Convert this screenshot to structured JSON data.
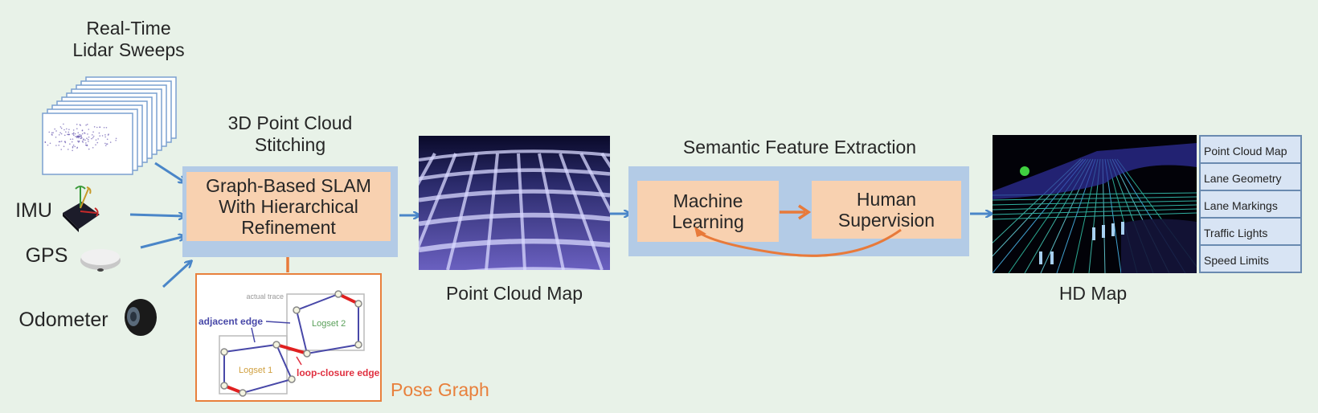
{
  "inputs": {
    "lidar_title_line1": "Real-Time",
    "lidar_title_line2": "Lidar Sweeps",
    "imu": "IMU",
    "gps": "GPS",
    "odometer": "Odometer"
  },
  "stitching": {
    "title_line1": "3D Point Cloud",
    "title_line2": "Stitching",
    "box_line1": "Graph-Based SLAM",
    "box_line2": "With Hierarchical",
    "box_line3": "Refinement"
  },
  "pose_graph": {
    "caption": "Pose Graph",
    "actual_trace": "actual trace",
    "adjacent_edge": "adjacent edge",
    "loop_closure_edge": "loop-closure edge",
    "logset1": "Logset 1",
    "logset2": "Logset 2"
  },
  "point_cloud_map": {
    "caption": "Point Cloud Map"
  },
  "semantic": {
    "title": "Semantic Feature Extraction",
    "ml_line1": "Machine",
    "ml_line2": "Learning",
    "hs_line1": "Human",
    "hs_line2": "Supervision"
  },
  "hd_map": {
    "caption": "HD Map",
    "layers": [
      "Point Cloud Map",
      "Lane Geometry",
      "Lane Markings",
      "Traffic Lights",
      "Speed Limits"
    ]
  },
  "colors": {
    "background": "#e8f2e8",
    "panel_blue": "#b3cbe6",
    "box_peach": "#f8d1b0",
    "arrow_blue": "#4a86c8",
    "arrow_orange": "#e87a3a",
    "pose_orange": "#e8803c"
  }
}
